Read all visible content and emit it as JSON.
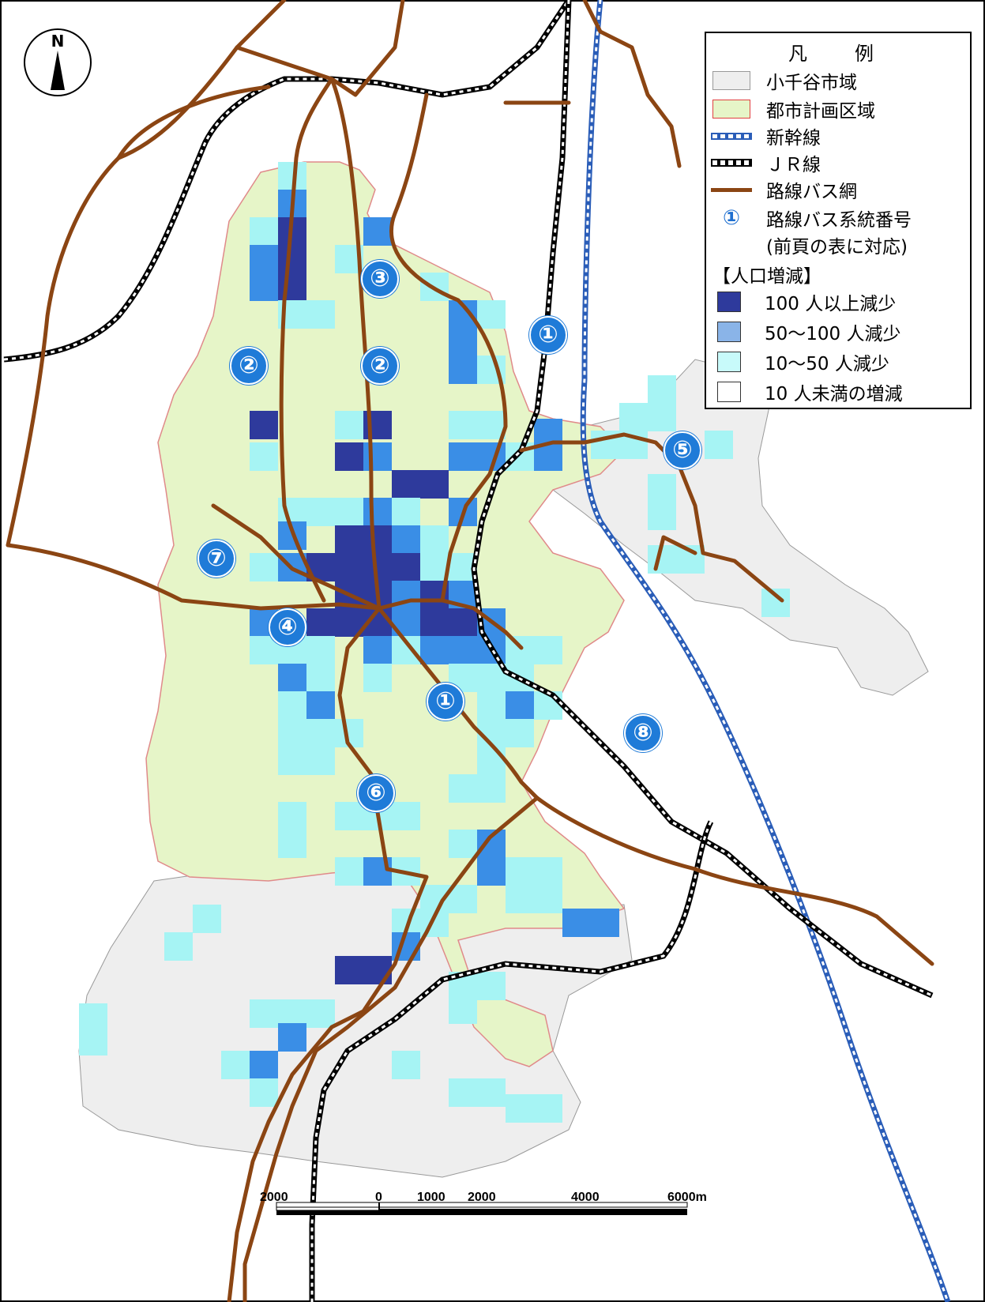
{
  "north_arrow": {
    "label": "N"
  },
  "legend": {
    "title": "凡　例",
    "items": [
      {
        "label": "小千谷市域"
      },
      {
        "label": "都市計画区域"
      },
      {
        "label": "新幹線"
      },
      {
        "label": "ＪＲ線"
      },
      {
        "label": "路線バス網"
      },
      {
        "label": "路線バス系統番号",
        "symbol": "①"
      },
      {
        "label": "(前頁の表に対応)"
      }
    ],
    "population_header": "【人口増減】",
    "population_classes": [
      {
        "label": "100 人以上減少",
        "color": "#2e3a9c"
      },
      {
        "label": "50～100 人減少",
        "color": "#3a8ee6"
      },
      {
        "label": "10～50 人減少",
        "color": "#a6f4f4"
      },
      {
        "label": "10 人未満の増減",
        "color": "#ffffff"
      }
    ]
  },
  "colors": {
    "city_area": "#eeeeee",
    "planning_area": "#e6f5c8",
    "planning_border": "#e08a8a",
    "bus_route": "#8b4513",
    "shinkansen": "#2a5db8",
    "jr": "#000000"
  },
  "route_labels": [
    "③",
    "②",
    "②",
    "①",
    "⑤",
    "⑦",
    "④",
    "①",
    "⑧",
    "⑥"
  ],
  "scale_bar": {
    "labels": [
      "2000",
      "0",
      "1000",
      "2000",
      "4000",
      "6000m"
    ]
  }
}
